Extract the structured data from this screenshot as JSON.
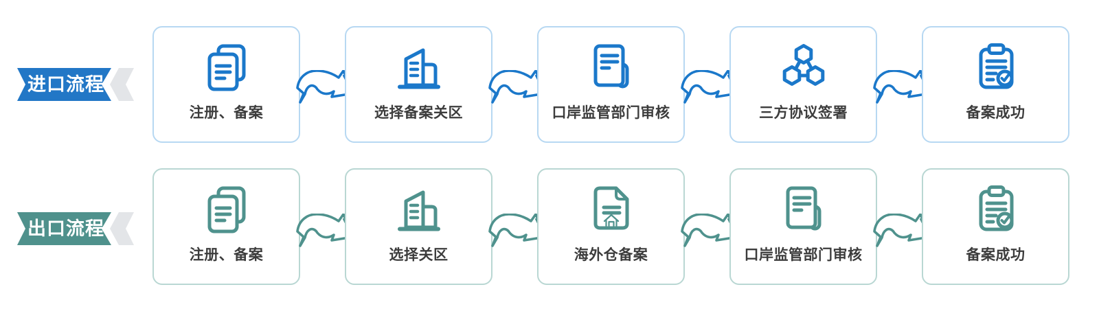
{
  "colors": {
    "import_accent": "#1b78ca",
    "import_ribbon": "#2277c6",
    "import_card_border": "#b7d8f2",
    "export_accent": "#4f928d",
    "export_ribbon": "#4f918c",
    "export_card_border": "#b9d7d3",
    "ribbon_tail_gray": "#e3e5e8",
    "label_text": "#3c3c3c",
    "background": "#ffffff"
  },
  "flows": [
    {
      "id": "import",
      "ribbon_label": "进口流程",
      "steps": [
        {
          "label": "注册、备案",
          "icon": "documents-icon",
          "icon_href": "#i-documents"
        },
        {
          "label": "选择备案关区",
          "icon": "building-icon",
          "icon_href": "#i-building"
        },
        {
          "label": "口岸监管部门审核",
          "icon": "document-review-icon",
          "icon_href": "#i-doc-review"
        },
        {
          "label": "三方协议签署",
          "icon": "network-icon",
          "icon_href": "#i-network"
        },
        {
          "label": "备案成功",
          "icon": "clipboard-check-icon",
          "icon_href": "#i-clipboard-check"
        }
      ]
    },
    {
      "id": "export",
      "ribbon_label": "出口流程",
      "steps": [
        {
          "label": "注册、备案",
          "icon": "documents-icon",
          "icon_href": "#i-documents"
        },
        {
          "label": "选择关区",
          "icon": "building-icon",
          "icon_href": "#i-building"
        },
        {
          "label": "海外仓备案",
          "icon": "warehouse-icon",
          "icon_href": "#i-warehouse"
        },
        {
          "label": "口岸监管部门审核",
          "icon": "document-review-icon",
          "icon_href": "#i-doc-review"
        },
        {
          "label": "备案成功",
          "icon": "clipboard-check-icon",
          "icon_href": "#i-clipboard-check"
        }
      ]
    }
  ]
}
